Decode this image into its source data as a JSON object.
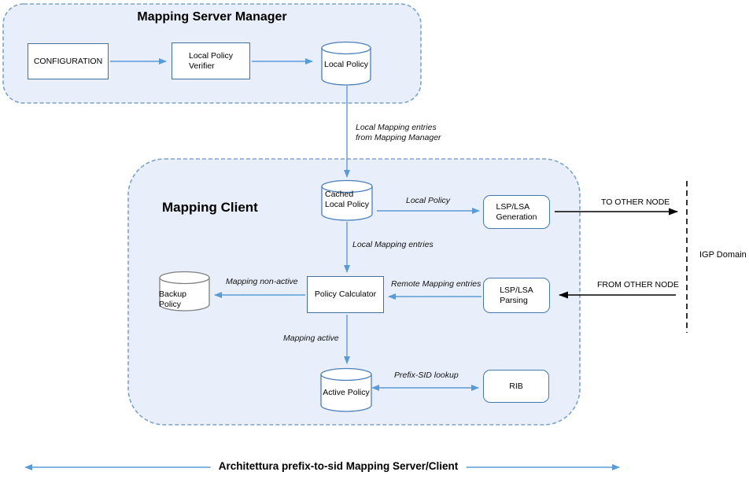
{
  "server_manager": {
    "title": "Mapping Server Manager",
    "nodes": {
      "configuration": {
        "lines": [
          "CONFIGURATION"
        ]
      },
      "verifier": {
        "lines": [
          "Local Policy",
          "Verifier"
        ]
      },
      "local_policy_db": {
        "lines": [
          "Local Policy"
        ]
      }
    }
  },
  "client": {
    "title": "Mapping Client",
    "nodes": {
      "cached_local_policy_db": {
        "lines": [
          "Cached",
          "Local Policy"
        ]
      },
      "lsp_lsa_generation": {
        "lines": [
          "LSP/LSA",
          "Generation"
        ]
      },
      "policy_calculator": {
        "lines": [
          "Policy Calculator"
        ]
      },
      "backup_policy_db": {
        "lines": [
          "Backup Policy"
        ]
      },
      "lsp_lsa_parsing": {
        "lines": [
          "LSP/LSA",
          "Parsing"
        ]
      },
      "active_policy_db": {
        "lines": [
          "Active Policy"
        ]
      },
      "rib": {
        "lines": [
          "RIB"
        ]
      }
    }
  },
  "labels": {
    "local_mapping_from_manager": {
      "lines": [
        "Local Mapping entries",
        "from Mapping Manager"
      ]
    },
    "local_policy": "Local Policy",
    "local_mapping_entries": "Local Mapping entries",
    "mapping_non_active": "Mapping non-active",
    "remote_mapping_entries": "Remote Mapping entries",
    "mapping_active": "Mapping active",
    "prefix_sid_lookup": "Prefix-SID lookup",
    "to_other_node": "TO OTHER NODE",
    "from_other_node": "FROM OTHER NODE",
    "igp_domain": "IGP Domain"
  },
  "caption": "Architettura prefix-to-sid Mapping Server/Client",
  "colors": {
    "container_fill": "#e9effa",
    "container_border": "#7da3c8",
    "box_border": "#41719c",
    "rounded_box_border": "#4579b0",
    "cylinder_border": "#4a7ebb",
    "backup_cylinder_border": "#7f7f7f",
    "arrow_blue": "#5b9bd5",
    "arrow_black": "#000000"
  }
}
